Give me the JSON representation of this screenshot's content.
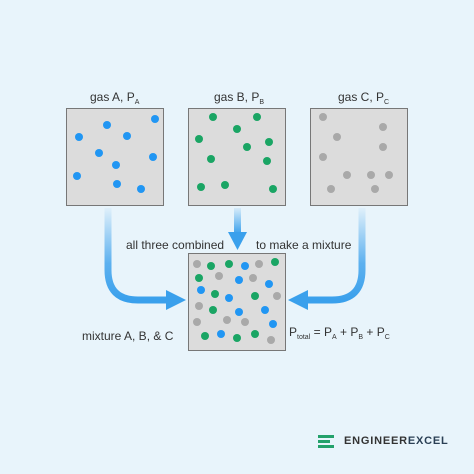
{
  "colors": {
    "background": "#e8f4fb",
    "box_fill": "#dcdcdc",
    "box_border": "#777777",
    "gas_a": "#2196f3",
    "gas_b": "#1aa564",
    "gas_c": "#a9a9a9",
    "arrow": "#3aa0ec",
    "brand_accent": "#23a16b"
  },
  "gas_a": {
    "label": "gas A, P",
    "sub": "A"
  },
  "gas_b": {
    "label": "gas B, P",
    "sub": "B"
  },
  "gas_c": {
    "label": "gas C, P",
    "sub": "C"
  },
  "combined_left": "all three combined",
  "combined_right": "to make a mixture",
  "mixture_label": "mixture A, B, & C",
  "equation": {
    "p": "P",
    "total_sub": "total",
    "eq": " = ",
    "a_sub": "A",
    "b_sub": "B",
    "c_sub": "C",
    "plus": " + "
  },
  "brand": {
    "prefix": "ENGINEER",
    "suffix": "EXCEL"
  },
  "icons": [
    "arrow-down-icon",
    "arrow-right-icon",
    "arrow-left-icon",
    "engineerexcel-logo-icon"
  ]
}
